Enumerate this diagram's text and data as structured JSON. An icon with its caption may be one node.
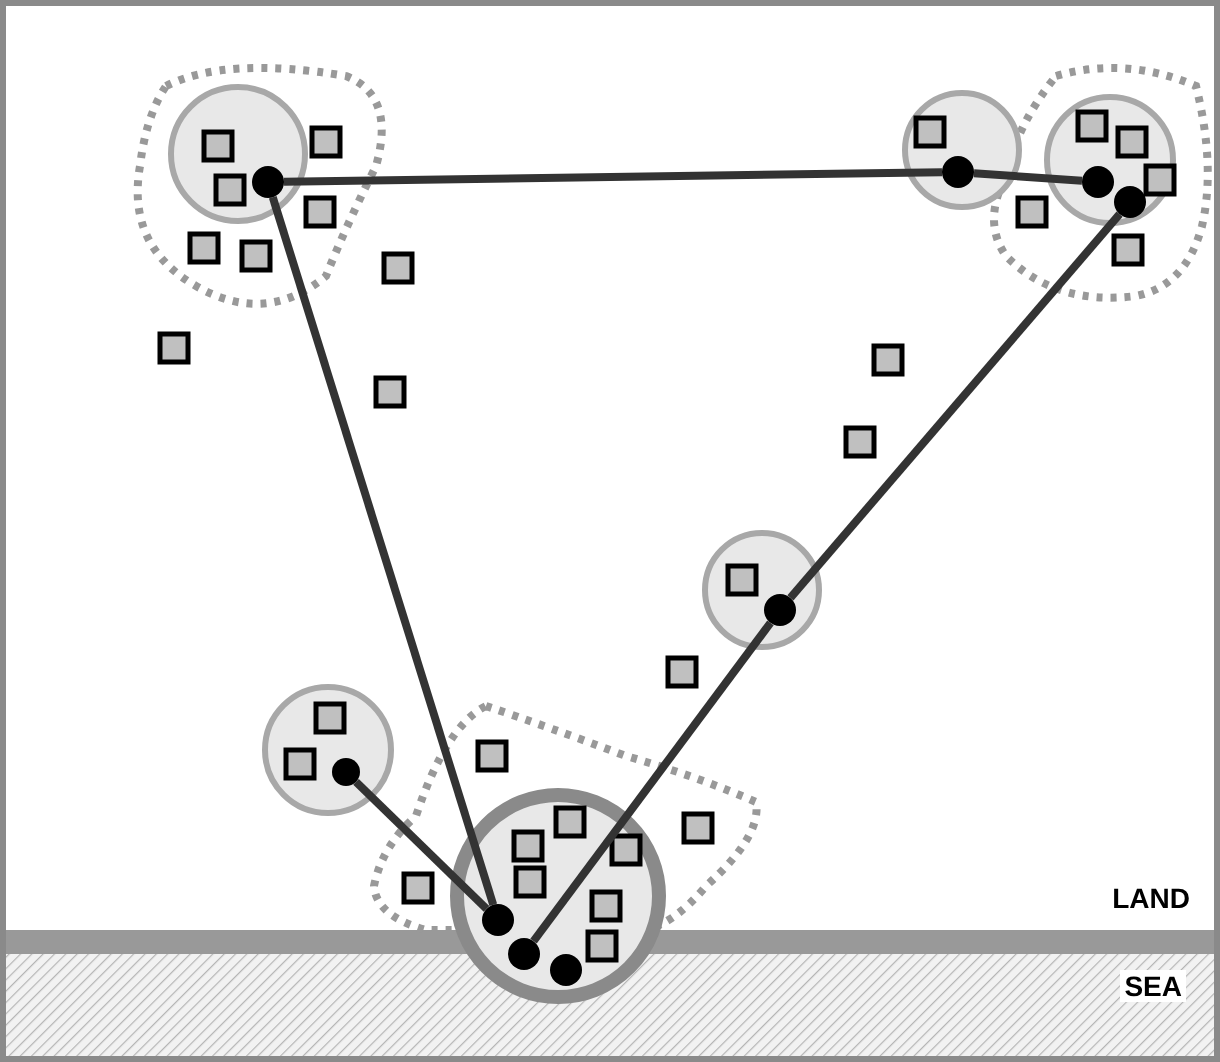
{
  "diagram": {
    "nodes": [
      {
        "text": [],
        "shape": "circle"
      },
      {
        "text": [],
        "shape": "circle",
        "in": 0
      },
      {
        "text": [],
        "shape": "circle"
      },
      {
        "text": [],
        "shape": "circle",
        "in": 2
      },
      {
        "text": [],
        "shape": "circle"
      },
      {
        "text": [],
        "shape": "circle",
        "in": 4
      },
      {
        "text": [],
        "shape": "circle",
        "in": 4
      },
      {
        "text": [],
        "shape": "circle"
      },
      {
        "text": [],
        "shape": "circle",
        "in": 7
      },
      {
        "text": [],
        "shape": "circle"
      },
      {
        "text": [],
        "shape": "circle",
        "in": 9
      },
      {
        "text": [],
        "shape": "circle"
      },
      {
        "text": [],
        "shape": "circle",
        "in": 11
      },
      {
        "text": [],
        "shape": "circle",
        "in": 11
      },
      {
        "text": [],
        "shape": "circle",
        "in": 11
      }
    ],
    "edges": [
      {
        "from": 1,
        "to": 3,
        "arrow": "none"
      },
      {
        "from": 3,
        "to": 5,
        "arrow": "none"
      },
      {
        "from": 1,
        "to": 12,
        "arrow": "none"
      },
      {
        "from": 6,
        "to": 8,
        "arrow": "none"
      },
      {
        "from": 8,
        "to": 13,
        "arrow": "none"
      },
      {
        "from": 10,
        "to": 12,
        "arrow": "none"
      }
    ],
    "labels": [
      "LAND",
      "SEA"
    ]
  }
}
